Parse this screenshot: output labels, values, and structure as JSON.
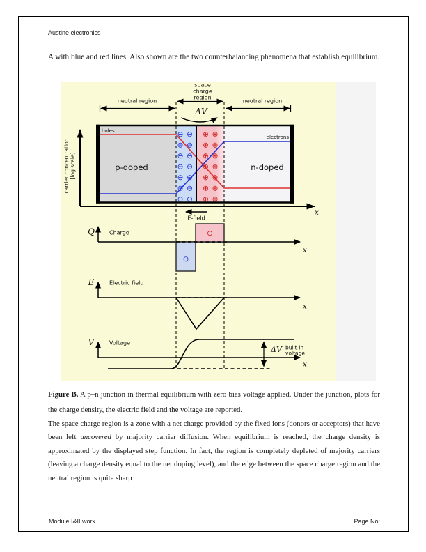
{
  "document": {
    "header": "Austine electronics",
    "intro_paragraph": "A with blue and red lines. Also shown are the two counterbalancing phenomena that establish equilibrium.",
    "caption": {
      "label": "Figure B.",
      "text": "A p–n junction in thermal equilibrium with zero bias voltage applied. Under the junction, plots for the charge density, the electric field and the voltage are reported."
    },
    "body_paragraph": {
      "pre": "The space charge region is a zone with a net charge provided by the fixed ions (donors or acceptors) that have been left ",
      "italic": "uncovered",
      "post": " by majority carrier diffusion. When equilibrium is reached, the charge density is approximated by the displayed step function. In fact, the region is completely depleted of majority carriers (leaving a charge density equal to the net doping level), and the edge between the space charge region and the neutral region is quite sharp"
    },
    "footer": {
      "left": "Module I&II work",
      "right": "Page No:"
    }
  },
  "figure": {
    "annotations": {
      "space_charge_region": [
        "space",
        "charge",
        "region"
      ],
      "delta_v_top": "ΔV",
      "neutral_region_left": "neutral region",
      "neutral_region_right": "neutral region"
    },
    "junction": {
      "y_axis_label": [
        "carrier concentration",
        "[log scale]"
      ],
      "x_axis_label": "x",
      "p_region_label": "p-doped",
      "n_region_label": "n-doped",
      "holes_label": "holes",
      "electrons_label": "electrons",
      "efield_label": "E-field",
      "minus_symbol": "⊖",
      "plus_symbol": "⊕"
    },
    "charge_plot": {
      "y_axis": "Q",
      "title": "Charge",
      "x_axis": "x",
      "minus_symbol": "⊖",
      "plus_symbol": "⊕"
    },
    "field_plot": {
      "y_axis": "E",
      "title": "Electric field",
      "x_axis": "x"
    },
    "voltage_plot": {
      "y_axis": "V",
      "title": "Voltage",
      "x_axis": "x",
      "delta_v": "ΔV",
      "built_in": [
        "built-in",
        "voltage"
      ]
    },
    "colors": {
      "figure_bg": "#FAFAD7",
      "p_region": "#D8D8D8",
      "n_region": "#F4F4F6",
      "depletion_neg": "#CBDCF5",
      "depletion_pos": "#F5C2C9",
      "depletion_pos_fade": "#FBE7EA",
      "holes_line": "#E03030",
      "electrons_line": "#2433D0",
      "neg_charge_fill": "#CCD9F1",
      "pos_charge_fill": "#F6C3CB"
    }
  }
}
